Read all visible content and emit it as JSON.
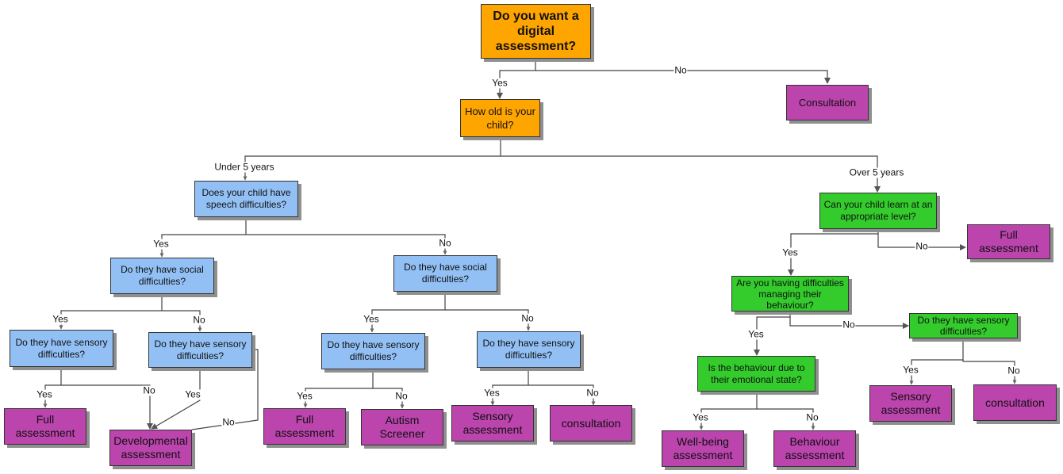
{
  "colors": {
    "start": "#ffa500",
    "under5_question": "#92c0f5",
    "over5_question": "#33cc2c",
    "outcome": "#bb44ad"
  },
  "nodes": {
    "root": "Do you want a digital assessment?",
    "age": "How old is your child?",
    "consultation_top": "Consultation",
    "speech": "Does your child have speech difficulties?",
    "social_left": "Do they have social difficulties?",
    "social_right": "Do they have social difficulties?",
    "sensory_1": "Do they have sensory difficulties?",
    "sensory_2": "Do they have sensory difficulties?",
    "sensory_3": "Do they have sensory difficulties?",
    "sensory_4": "Do they have sensory difficulties?",
    "full_1": "Full assessment",
    "developmental": "Developmental assessment",
    "full_2": "Full assessment",
    "autism": "Autism Screener",
    "sensory_assess_1": "Sensory assessment",
    "consultation_1": "consultation",
    "learn": "Can your child learn at an appropriate level?",
    "full_3": "Full assessment",
    "behaviour_q": "Are you having difficulties managing their behaviour?",
    "sensory_green": "Do they have sensory difficulties?",
    "emotional": "Is the behaviour due to their emotional state?",
    "wellbeing": "Well-being assessment",
    "behaviour_assess": "Behaviour assessment",
    "sensory_assess_2": "Sensory assessment",
    "consultation_2": "consultation"
  },
  "edges": {
    "root_yes": "Yes",
    "root_no": "No",
    "under5": "Under 5 years",
    "over5": "Over 5 years",
    "speech_yes": "Yes",
    "speech_no": "No",
    "socialL_yes": "Yes",
    "socialL_no": "No",
    "s1_yes": "Yes",
    "s1_no": "No",
    "s2_yes": "Yes",
    "s2_no": "No",
    "socialR_yes": "Yes",
    "socialR_no": "No",
    "s3_yes": "Yes",
    "s3_no": "No",
    "s4_yes": "Yes",
    "s4_no": "No",
    "learn_yes": "Yes",
    "learn_no": "No",
    "beh_yes": "Yes",
    "beh_no": "No",
    "emo_yes": "Yes",
    "emo_no": "No",
    "sg_yes": "Yes",
    "sg_no": "No"
  }
}
